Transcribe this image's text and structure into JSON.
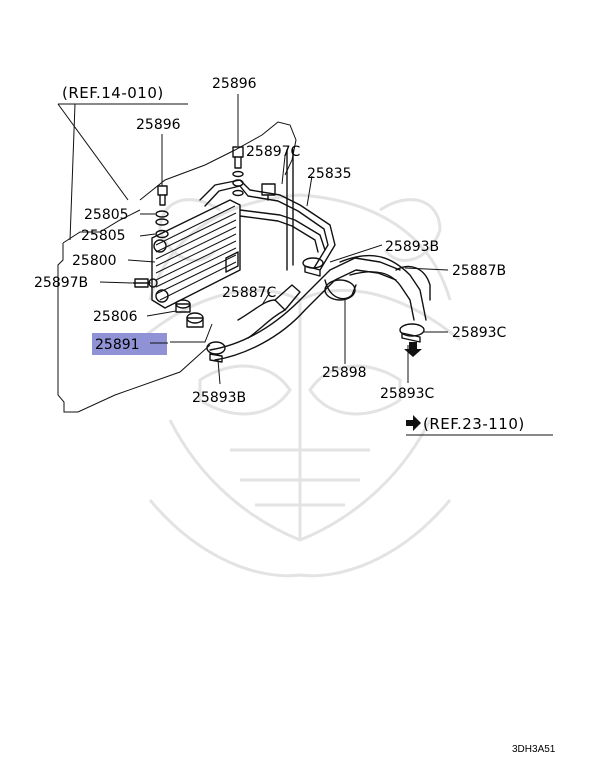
{
  "references": {
    "top": "(REF.14-010)",
    "bottom": "(REF.23-110)"
  },
  "labels": {
    "l25896_top": "25896",
    "l25896": "25896",
    "l25897c_top": "25897C",
    "l25835": "25835",
    "l25805_a": "25805",
    "l25805_b": "25805",
    "l25800": "25800",
    "l25897b": "25897B",
    "l25806": "25806",
    "l25891": "25891",
    "l25893b_right": "25893B",
    "l25887b": "25887B",
    "l25887c": "25887C",
    "l25893c_right": "25893C",
    "l25898": "25898",
    "l25893c_bottom": "25893C",
    "l25893b_bottom": "25893B"
  },
  "highlight": {
    "part": "25891",
    "color": "#8f93d6"
  },
  "diagram_code": "3DH3A51"
}
